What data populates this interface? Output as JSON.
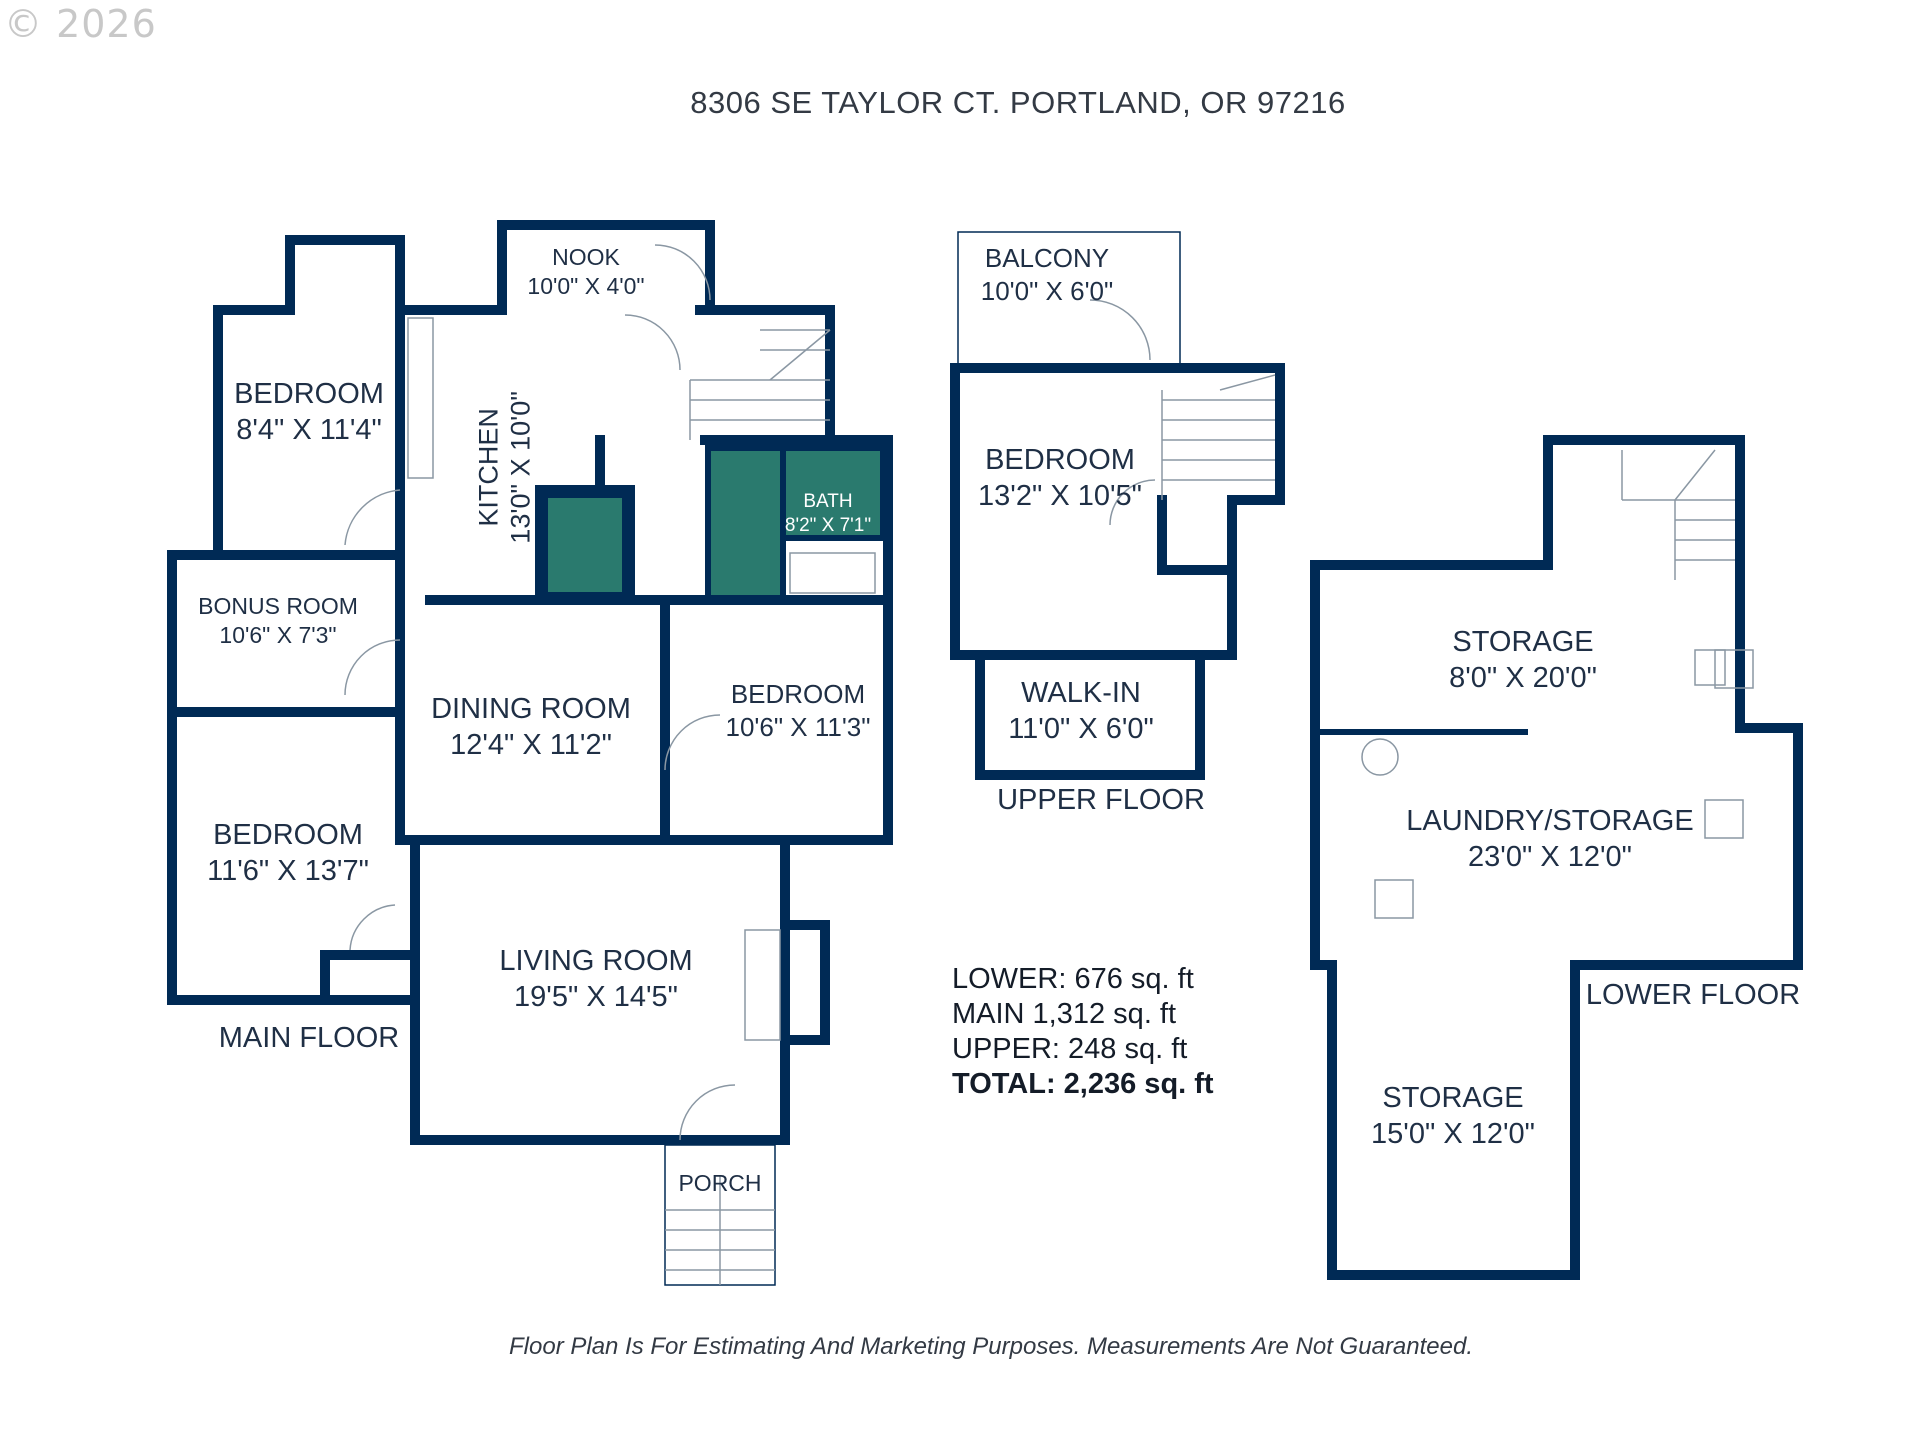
{
  "copyright": "© 2026",
  "address": "8306 SE TAYLOR CT. PORTLAND, OR 97216",
  "disclaimer": "Floor Plan Is For Estimating And Marketing Purposes. Measurements Are Not Guaranteed.",
  "colors": {
    "wall": "#002a55",
    "bath_fill": "#2a7a6e",
    "text": "#1f2f45",
    "fixture": "#8a97a3"
  },
  "main_floor": {
    "label": "MAIN FLOOR",
    "rooms": [
      {
        "name": "BEDROOM",
        "dims": "8'4\" X 11'4\""
      },
      {
        "name": "NOOK",
        "dims": "10'0\" X 4'0\""
      },
      {
        "name": "KITCHEN",
        "dims": "13'0\" X 10'0\""
      },
      {
        "name": "BATH",
        "dims": "8'2\" X 7'1\""
      },
      {
        "name": "BONUS ROOM",
        "dims": "10'6\" X 7'3\""
      },
      {
        "name": "DINING ROOM",
        "dims": "12'4\" X 11'2\""
      },
      {
        "name": "BEDROOM",
        "dims": "10'6\" X 11'3\""
      },
      {
        "name": "BEDROOM",
        "dims": "11'6\" X 13'7\""
      },
      {
        "name": "LIVING ROOM",
        "dims": "19'5\" X 14'5\""
      },
      {
        "name": "PORCH",
        "dims": ""
      }
    ]
  },
  "upper_floor": {
    "label": "UPPER FLOOR",
    "rooms": [
      {
        "name": "BALCONY",
        "dims": "10'0\" X 6'0\""
      },
      {
        "name": "BEDROOM",
        "dims": "13'2\" X 10'5\""
      },
      {
        "name": "WALK-IN",
        "dims": "11'0\" X 6'0\""
      }
    ]
  },
  "lower_floor": {
    "label": "LOWER FLOOR",
    "rooms": [
      {
        "name": "STORAGE",
        "dims": "8'0\" X 20'0\""
      },
      {
        "name": "LAUNDRY/STORAGE",
        "dims": "23'0\" X 12'0\""
      },
      {
        "name": "STORAGE",
        "dims": "15'0\" X 12'0\""
      }
    ]
  },
  "area": {
    "lower": "LOWER: 676 sq. ft",
    "main": "MAIN 1,312 sq. ft",
    "upper": "UPPER: 248 sq. ft",
    "total": "TOTAL: 2,236 sq. ft"
  }
}
